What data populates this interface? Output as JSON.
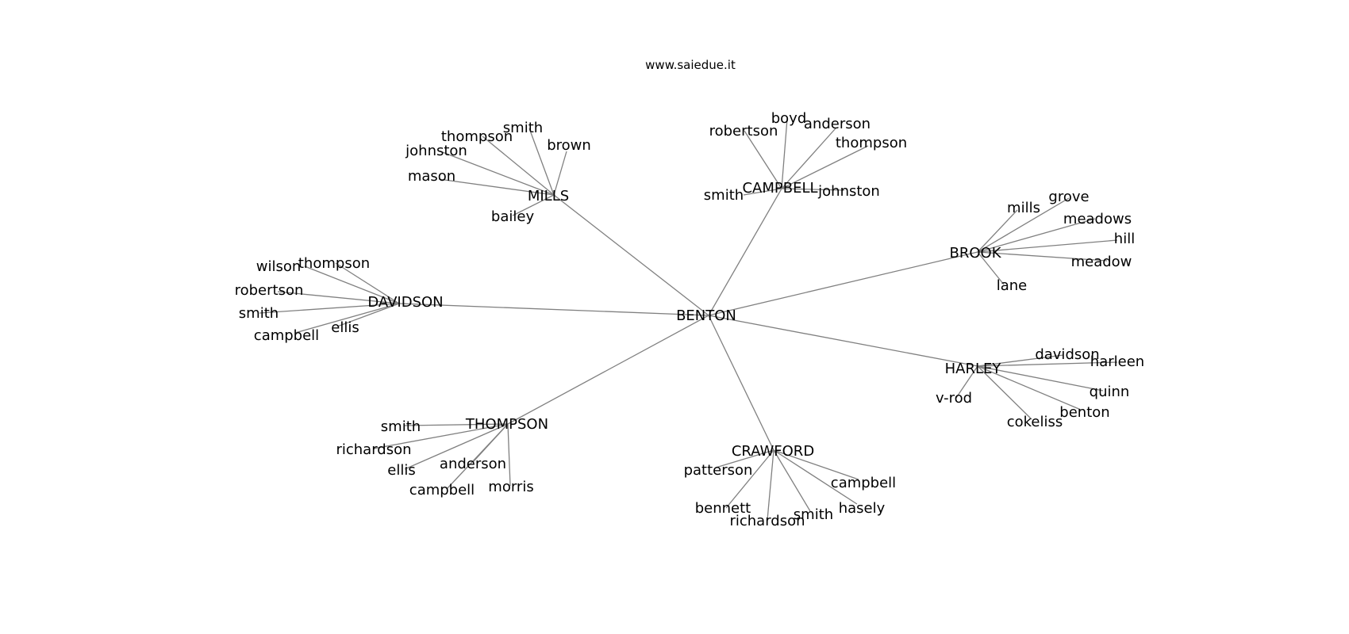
{
  "header": {
    "title": "www.saiedue.it"
  },
  "graph": {
    "root": "BENTON",
    "groups": [
      {
        "hub": "MILLS",
        "leaves": [
          "smith",
          "thompson",
          "johnston",
          "brown",
          "mason",
          "bailey"
        ]
      },
      {
        "hub": "CAMPBELL",
        "leaves": [
          "boyd",
          "anderson",
          "robertson",
          "thompson",
          "smith",
          "johnston"
        ]
      },
      {
        "hub": "BROOK",
        "leaves": [
          "mills",
          "grove",
          "meadows",
          "hill",
          "meadow",
          "lane"
        ]
      },
      {
        "hub": "DAVIDSON",
        "leaves": [
          "wilson",
          "thompson",
          "robertson",
          "smith",
          "campbell",
          "ellis"
        ]
      },
      {
        "hub": "HARLEY",
        "leaves": [
          "davidson",
          "harleen",
          "quinn",
          "benton",
          "cokeliss",
          "v-rod"
        ]
      },
      {
        "hub": "THOMPSON",
        "leaves": [
          "smith",
          "richardson",
          "ellis",
          "anderson",
          "campbell",
          "morris"
        ]
      },
      {
        "hub": "CRAWFORD",
        "leaves": [
          "patterson",
          "campbell",
          "hasely",
          "smith",
          "richardson",
          "bennett"
        ]
      }
    ]
  },
  "colors": {
    "edge": "#808080",
    "text": "#000000",
    "background": "#ffffff"
  }
}
